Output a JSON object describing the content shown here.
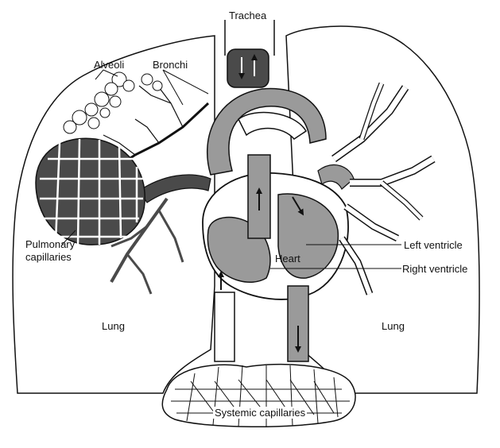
{
  "labels": {
    "trachea": "Trachea",
    "alveoli": "Alveoli",
    "bronchi": "Bronchi",
    "pulmonary_capillaries_1": "Pulmonary",
    "pulmonary_capillaries_2": "capillaries",
    "left_ventricle": "Left ventricle",
    "heart": "Heart",
    "right_ventricle": "Right ventricle",
    "lung_left": "Lung",
    "lung_right": "Lung",
    "systemic_capillaries": "Systemic capillaries"
  },
  "colors": {
    "outline": "#111111",
    "blood_vessel": "#9a9a9a",
    "dark_fill": "#4a4a4a",
    "background": "#ffffff"
  }
}
